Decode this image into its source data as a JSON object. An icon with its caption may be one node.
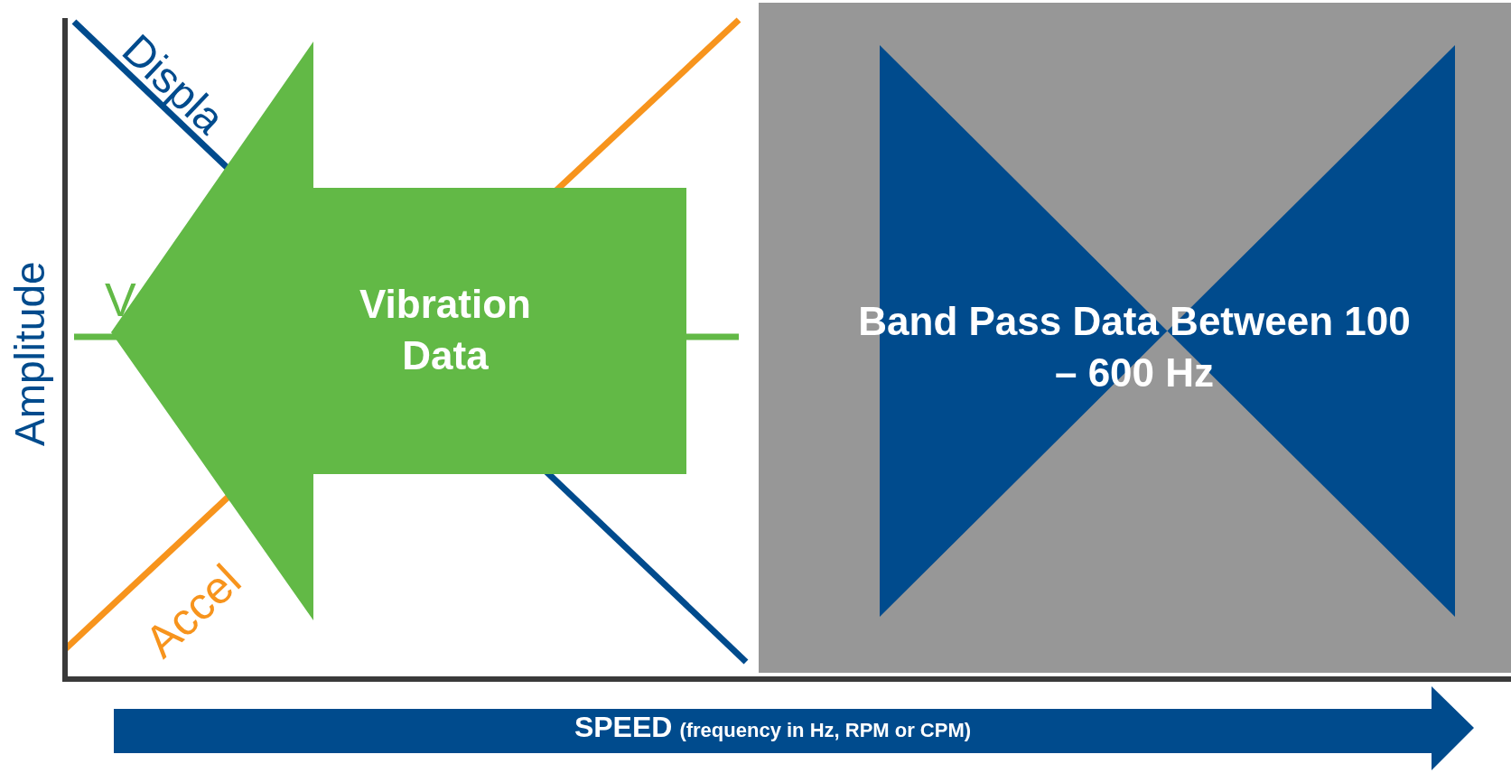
{
  "diagram": {
    "nodes": [
      {
        "text": [
          "Vibration Data"
        ]
      },
      {
        "text": [
          "Band Pass Data Between 100 – 600 Hz"
        ]
      },
      {
        "text": [
          "SPEED",
          "(frequency in Hz, RPM or CPM)"
        ]
      }
    ],
    "labels": [
      "Displa",
      "V",
      "Amplitude",
      "Accel"
    ]
  }
}
